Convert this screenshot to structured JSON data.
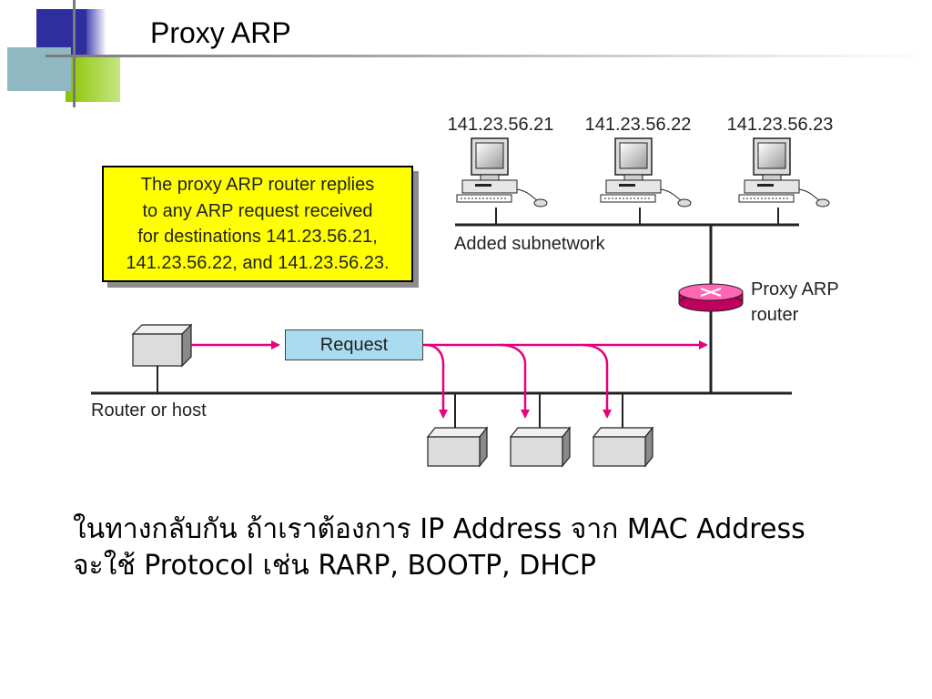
{
  "slide": {
    "title": "Proxy ARP"
  },
  "diagram": {
    "note": "The proxy ARP router replies\nto any ARP request received\nfor destinations 141.23.56.21,\n141.23.56.22, and 141.23.56.23.",
    "hosts": [
      {
        "ip": "141.23.56.21"
      },
      {
        "ip": "141.23.56.22"
      },
      {
        "ip": "141.23.56.23"
      }
    ],
    "added_subnetwork_label": "Added subnetwork",
    "router_label_line1": "Proxy ARP",
    "router_label_line2": "router",
    "request_label": "Request",
    "source_label": "Router or host",
    "arrow_color": "#e6007e",
    "note_color": "#ffff00",
    "request_color": "#a9dcef"
  },
  "caption": {
    "line1": "ในทางกลับกัน ถ้าเราต้องการ IP Address จาก MAC Address",
    "line2": "จะใช้ Protocol เช่น RARP, BOOTP, DHCP"
  }
}
